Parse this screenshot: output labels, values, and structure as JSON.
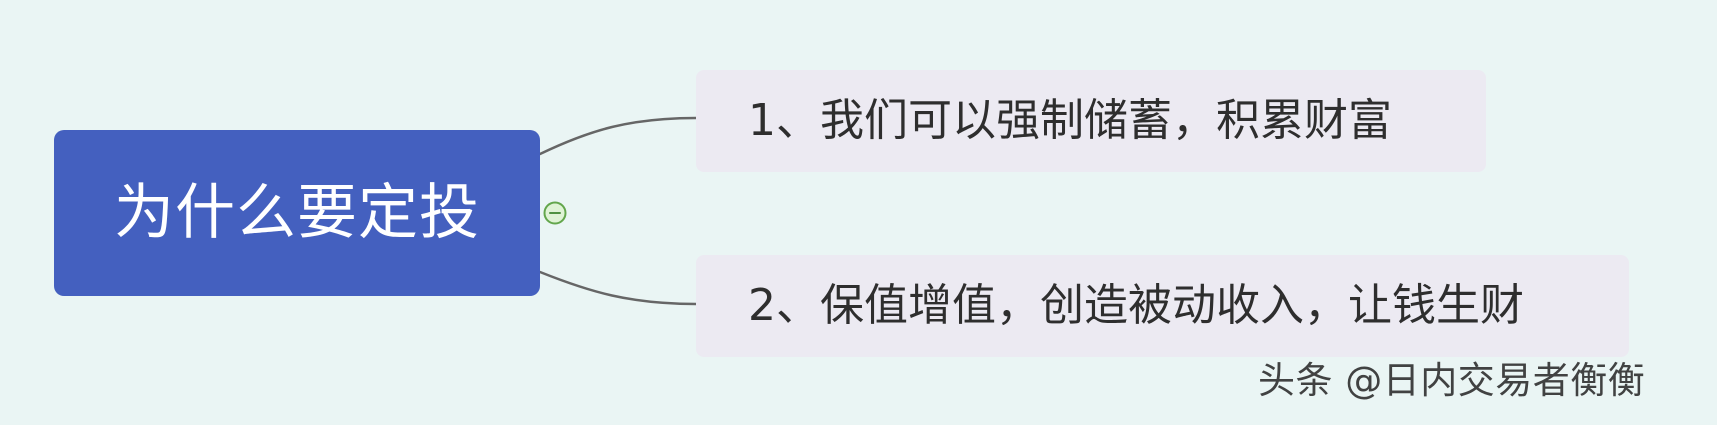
{
  "mindmap": {
    "root": {
      "label": "为什么要定投"
    },
    "branches": [
      {
        "label": "1、我们可以强制储蓄，积累财富"
      },
      {
        "label": "2、保值增值，创造被动收入，让钱生财"
      }
    ],
    "toggle": {
      "icon": "minus-circle-icon",
      "state": "expanded"
    }
  },
  "watermark": {
    "text": "头条 @日内交易者衡衡"
  },
  "colors": {
    "background": "#eaf5f4",
    "root_fill": "#4460bf",
    "branch_fill": "#eceaf2",
    "connector": "#666666",
    "toggle_fill": "#dff3d5",
    "toggle_border": "#63a64c"
  }
}
